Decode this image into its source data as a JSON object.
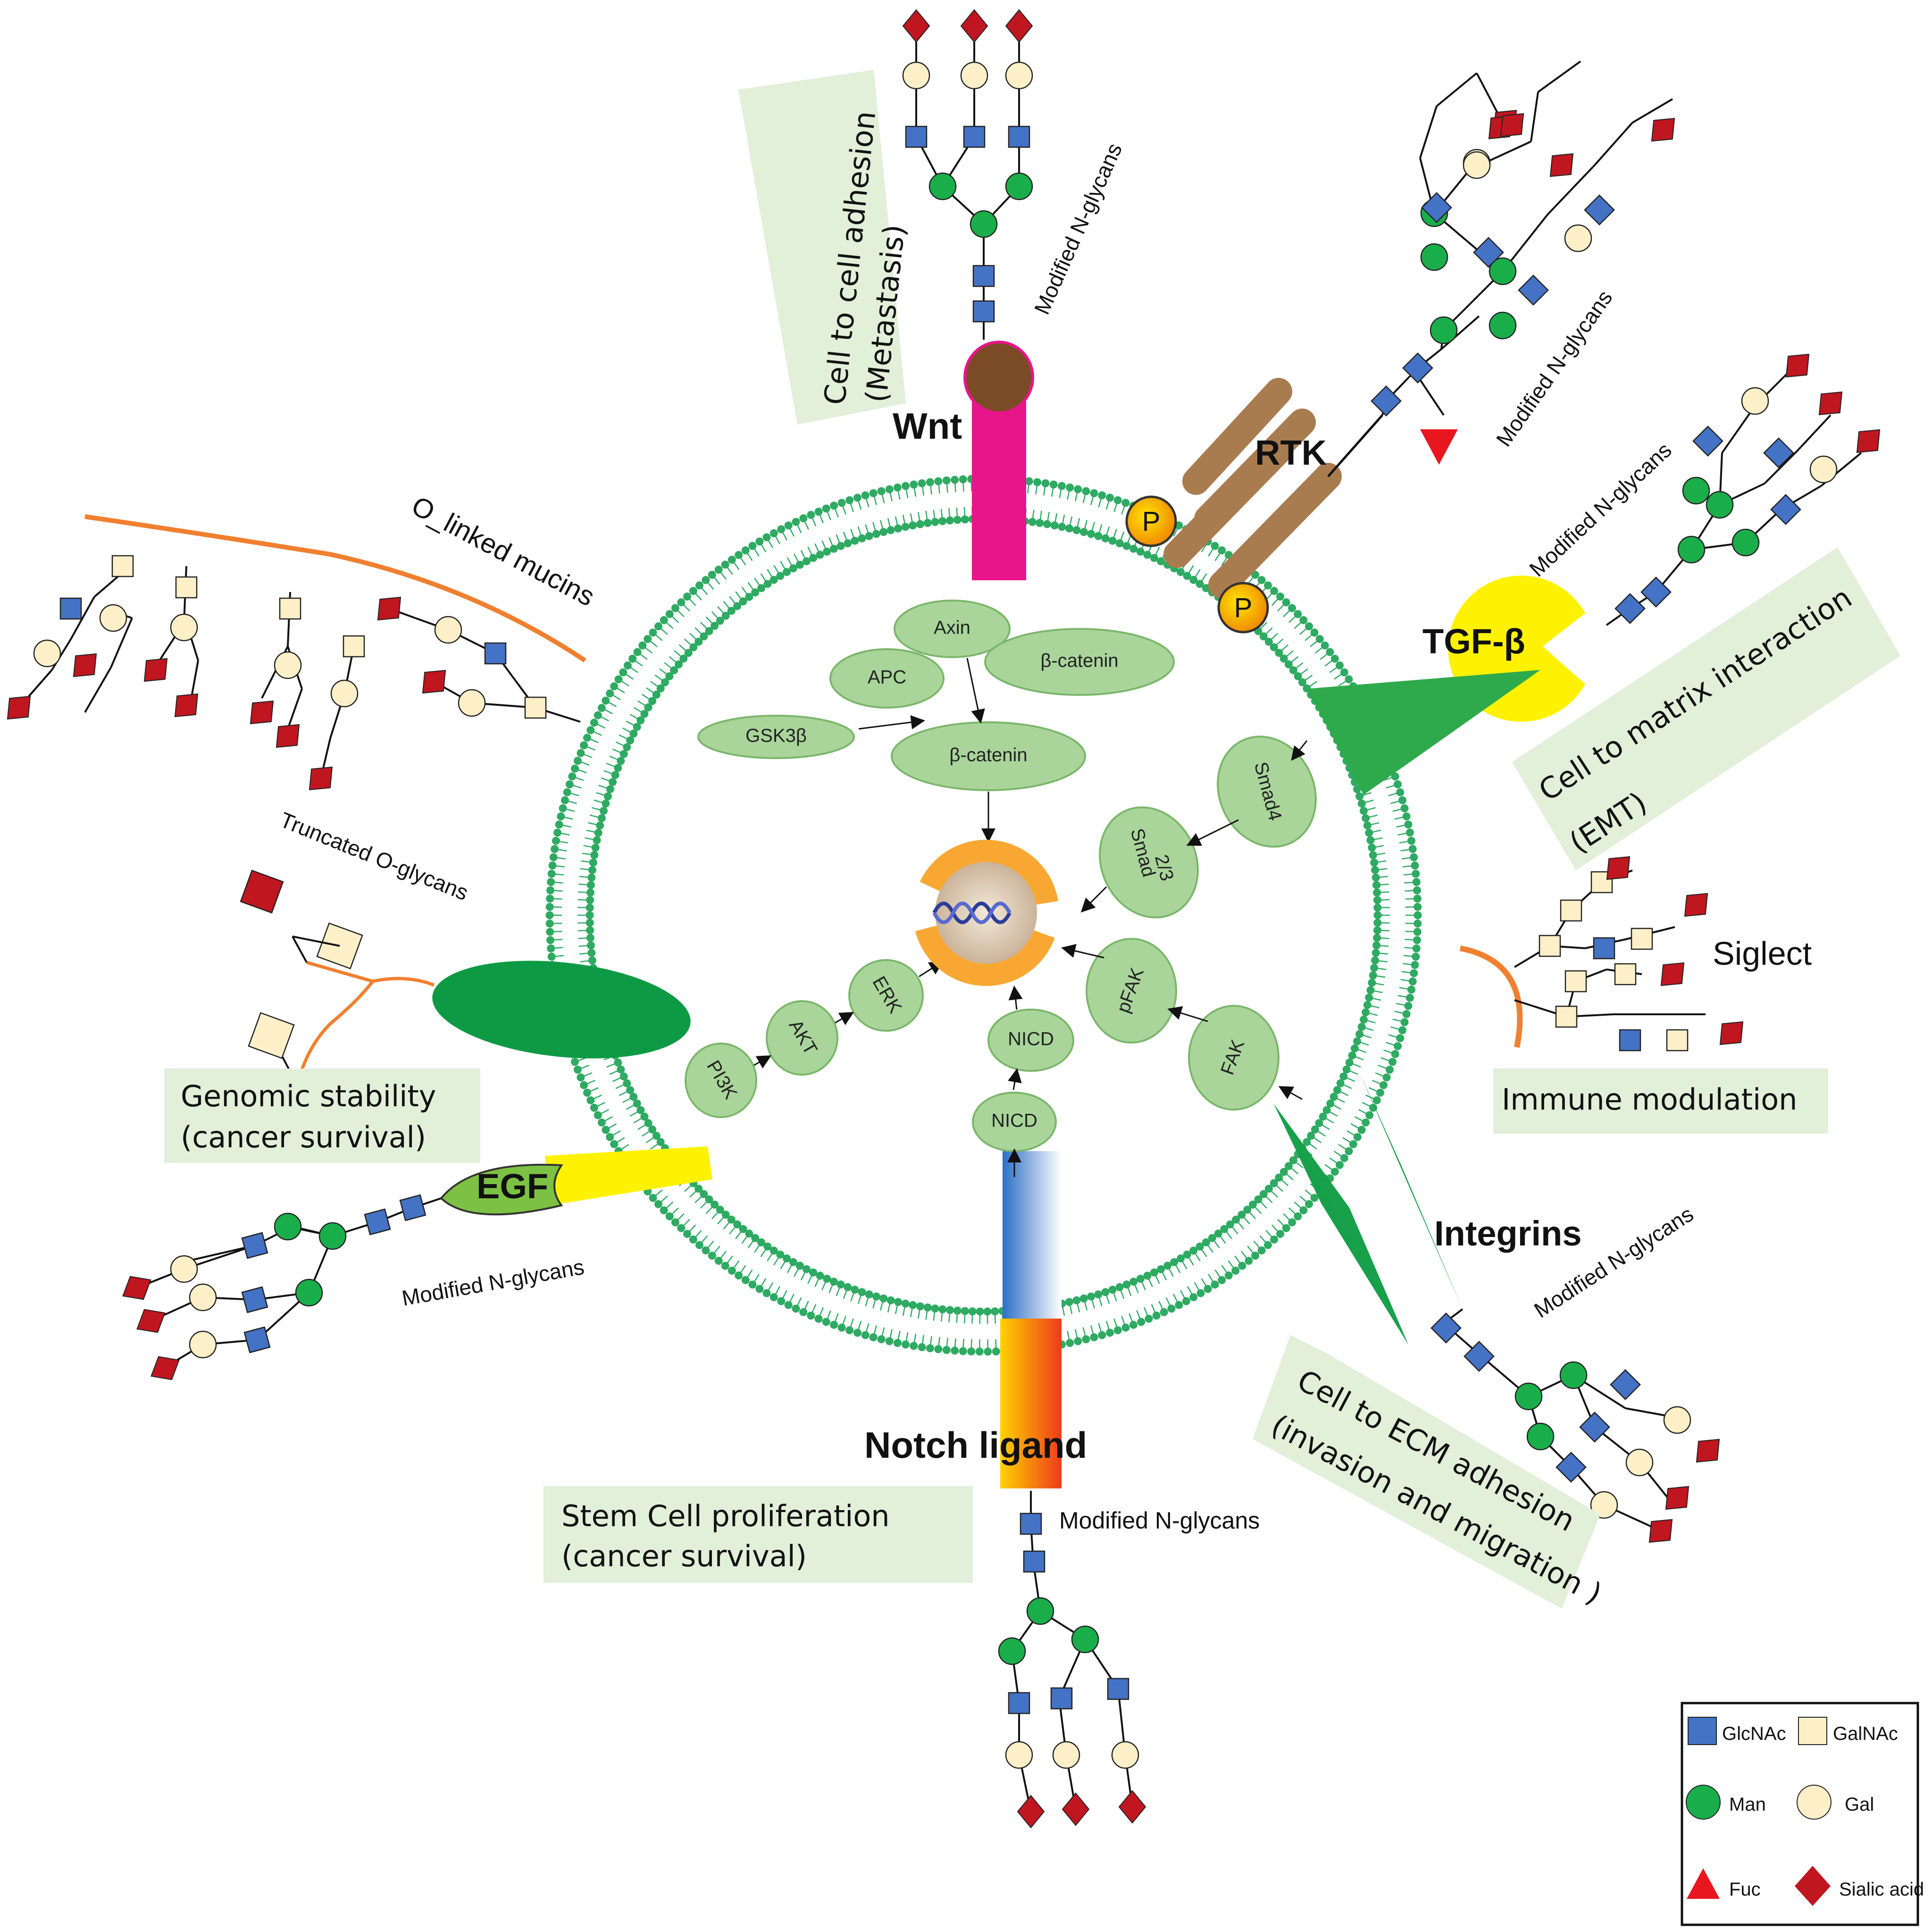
{
  "receptors": {
    "wnt": "Wnt",
    "rtk": "RTK",
    "tgfb": "TGF-β",
    "siglect": "Siglect",
    "integrins": "Integrins",
    "notch": "Notch ligand",
    "egf": "EGF",
    "phospho": "P"
  },
  "glycan_labels": {
    "modified": "Modified  N-glycans",
    "o_linked": "O_linked mucins",
    "truncated": "Truncated O-glycans"
  },
  "boxes": {
    "cell_adhesion": [
      "Cell to cell adhesion",
      "(Metastasis)"
    ],
    "matrix": [
      "Cell to matrix interaction",
      "(EMT)"
    ],
    "immune": [
      "Immune modulation"
    ],
    "ecm": [
      "Cell to ECM adhesion",
      "(invasion and migration )"
    ],
    "stem": [
      "Stem Cell proliferation",
      "(cancer survival)"
    ],
    "genomic": [
      "Genomic stability",
      "(cancer survival)"
    ]
  },
  "nodes": {
    "axin": "Axin",
    "apc": "APC",
    "bcat1": "β-catenin",
    "gsk": "GSK3β",
    "bcat2": "β-catenin",
    "smad4": "Smad4",
    "smad23": [
      "Smad",
      "2/3"
    ],
    "pfak": "pFAK",
    "fak": "FAK",
    "nicd1": "NICD",
    "nicd2": "NICD",
    "erk": "ERK",
    "akt": "AKT",
    "pi3k": "PI3K"
  },
  "legend": {
    "glcnac": "GlcNAc",
    "galnac": "GalNAc",
    "man": "Man",
    "gal": "Gal",
    "fuc": "Fuc",
    "sialic": "Sialic acid"
  },
  "colors": {
    "membrane": "#2eaa62",
    "glcnac": "#4472c4",
    "galnac": "#fdf0c8",
    "man": "#1aae4b",
    "gal": "#fdf0c8",
    "fuc": "#e8161f",
    "sialic": "#c0161f",
    "node_fill": "#a9d59b",
    "box_fill": "#e2efd9",
    "wnt": "#e8158a",
    "yellow": "#fff200",
    "rtk": "#a97c50",
    "nucleus_ring": "#f8a832"
  }
}
